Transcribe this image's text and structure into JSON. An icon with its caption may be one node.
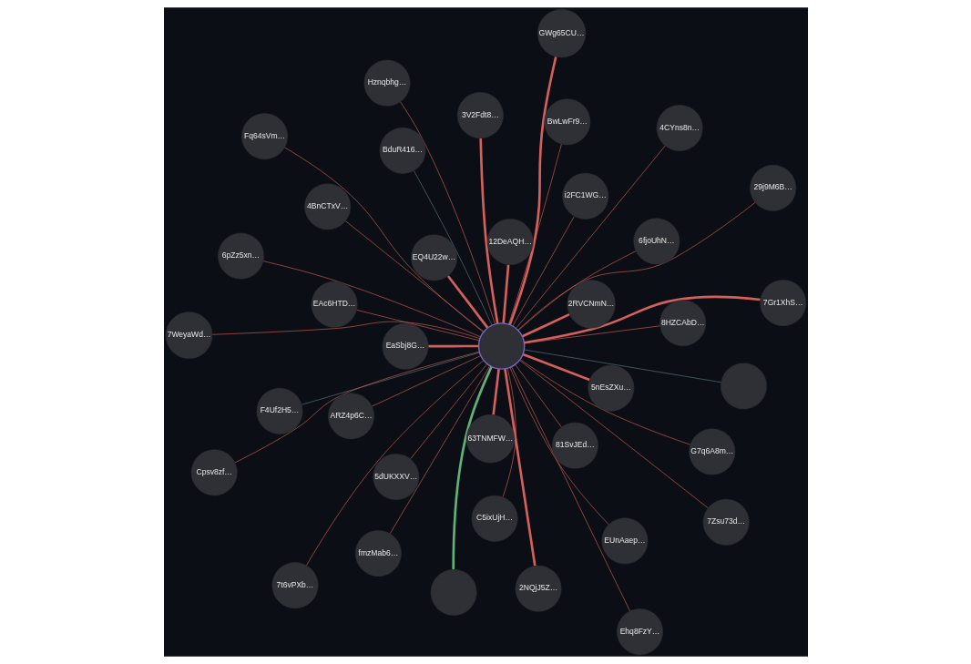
{
  "diagram": {
    "nodes": [
      {
        "text": [
          "F4Uf2H5…"
        ]
      },
      {
        "text": [],
        "shape": "circle"
      },
      {
        "text": [],
        "shape": "circle"
      },
      {
        "text": [
          "BduR416…"
        ]
      },
      {
        "text": [],
        "shape": "circle"
      },
      {
        "text": [
          "EAc6HTD…"
        ]
      },
      {
        "text": [
          "fmzMab6…"
        ]
      },
      {
        "text": [
          "5nEsZXu…"
        ]
      },
      {
        "text": [
          "C5ixUjH…"
        ]
      },
      {
        "text": [
          "7Zsu73d…"
        ]
      },
      {
        "text": [
          "2NQjJ5Z…"
        ]
      },
      {
        "text": [
          "Cpsv8zf…"
        ]
      },
      {
        "text": [
          "2RVCNmN…"
        ]
      },
      {
        "text": [
          "8HZCAbD…"
        ]
      },
      {
        "text": [
          "BwLwFr9…"
        ]
      },
      {
        "text": [
          "Ehq8FzY…"
        ]
      },
      {
        "text": [
          "81SvJEd…"
        ]
      },
      {
        "text": [
          "4BnCTxV…"
        ]
      },
      {
        "text": [
          "6pZz5xn…"
        ]
      },
      {
        "text": [
          "Fq64sVm…"
        ]
      },
      {
        "text": [
          "EaSbj8G…"
        ]
      },
      {
        "text": [
          "7t6vPXb…"
        ]
      },
      {
        "text": [
          "4CYns8n…"
        ]
      },
      {
        "text": [
          "29j9M6B…"
        ]
      },
      {
        "text": [
          "3V2Fdt8…"
        ]
      },
      {
        "text": [
          "63TNMFW…"
        ]
      },
      {
        "text": [
          "7Gr1XhS…"
        ]
      },
      {
        "text": [
          "7WeyaWd…"
        ]
      },
      {
        "text": [
          "ARZ4p6C…"
        ]
      },
      {
        "text": [
          "G7q6A8m…"
        ]
      },
      {
        "text": [
          "GWg65CU…"
        ]
      },
      {
        "text": [
          "12DeAQH…"
        ]
      },
      {
        "text": [
          "5dUKXXV…"
        ]
      },
      {
        "text": [
          "Hznqbhg…"
        ]
      },
      {
        "text": [
          "6fjoUhN…"
        ]
      },
      {
        "text": [
          "EUnAaep…"
        ]
      },
      {
        "text": [
          "EQ4U22w…"
        ]
      },
      {
        "text": [
          "i2FC1WG…"
        ]
      }
    ],
    "edges": [
      {
        "from": 0,
        "to": 4,
        "arrow": "none",
        "color": "#5c7b80"
      },
      {
        "from": 1,
        "to": 4,
        "arrow": "none",
        "color": "#5c7b80"
      },
      {
        "from": 2,
        "to": 4,
        "arrow": "none",
        "style": "thick",
        "color": "#5fb37a"
      },
      {
        "from": 3,
        "to": 4,
        "arrow": "none",
        "color": "#5c7b80"
      },
      {
        "from": 4,
        "to": 5,
        "arrow": "none"
      },
      {
        "from": 4,
        "to": 6,
        "arrow": "none"
      },
      {
        "from": 4,
        "to": 7,
        "arrow": "none",
        "style": "thick"
      },
      {
        "from": 4,
        "to": 8,
        "arrow": "none"
      },
      {
        "from": 4,
        "to": 9,
        "arrow": "none"
      },
      {
        "from": 4,
        "to": 10,
        "arrow": "none",
        "style": "thick"
      },
      {
        "from": 4,
        "to": 11,
        "arrow": "none"
      },
      {
        "from": 4,
        "to": 12,
        "arrow": "none",
        "style": "thick"
      },
      {
        "from": 4,
        "to": 13,
        "arrow": "none"
      },
      {
        "from": 4,
        "to": 14,
        "arrow": "none"
      },
      {
        "from": 4,
        "to": 15,
        "arrow": "none"
      },
      {
        "from": 4,
        "to": 16,
        "arrow": "none"
      },
      {
        "from": 4,
        "to": 17,
        "arrow": "none"
      },
      {
        "from": 4,
        "to": 18,
        "arrow": "none"
      },
      {
        "from": 4,
        "to": 19,
        "arrow": "none"
      },
      {
        "from": 4,
        "to": 20,
        "arrow": "none",
        "style": "thick"
      },
      {
        "from": 4,
        "to": 21,
        "arrow": "none"
      },
      {
        "from": 4,
        "to": 22,
        "arrow": "none"
      },
      {
        "from": 4,
        "to": 23,
        "arrow": "none"
      },
      {
        "from": 4,
        "to": 24,
        "arrow": "none",
        "style": "thick"
      },
      {
        "from": 4,
        "to": 25,
        "arrow": "none",
        "style": "thick"
      },
      {
        "from": 4,
        "to": 26,
        "arrow": "none",
        "style": "thick"
      },
      {
        "from": 4,
        "to": 27,
        "arrow": "none"
      },
      {
        "from": 4,
        "to": 28,
        "arrow": "none"
      },
      {
        "from": 4,
        "to": 29,
        "arrow": "none"
      },
      {
        "from": 4,
        "to": 30,
        "arrow": "none",
        "style": "thick"
      },
      {
        "from": 4,
        "to": 31,
        "arrow": "none",
        "style": "thick"
      },
      {
        "from": 4,
        "to": 32,
        "arrow": "none"
      },
      {
        "from": 4,
        "to": 33,
        "arrow": "none"
      },
      {
        "from": 4,
        "to": 34,
        "arrow": "none"
      },
      {
        "from": 4,
        "to": 35,
        "arrow": "none"
      },
      {
        "from": 4,
        "to": 36,
        "arrow": "none",
        "style": "thick"
      },
      {
        "from": 4,
        "to": 37,
        "arrow": "none"
      }
    ]
  }
}
